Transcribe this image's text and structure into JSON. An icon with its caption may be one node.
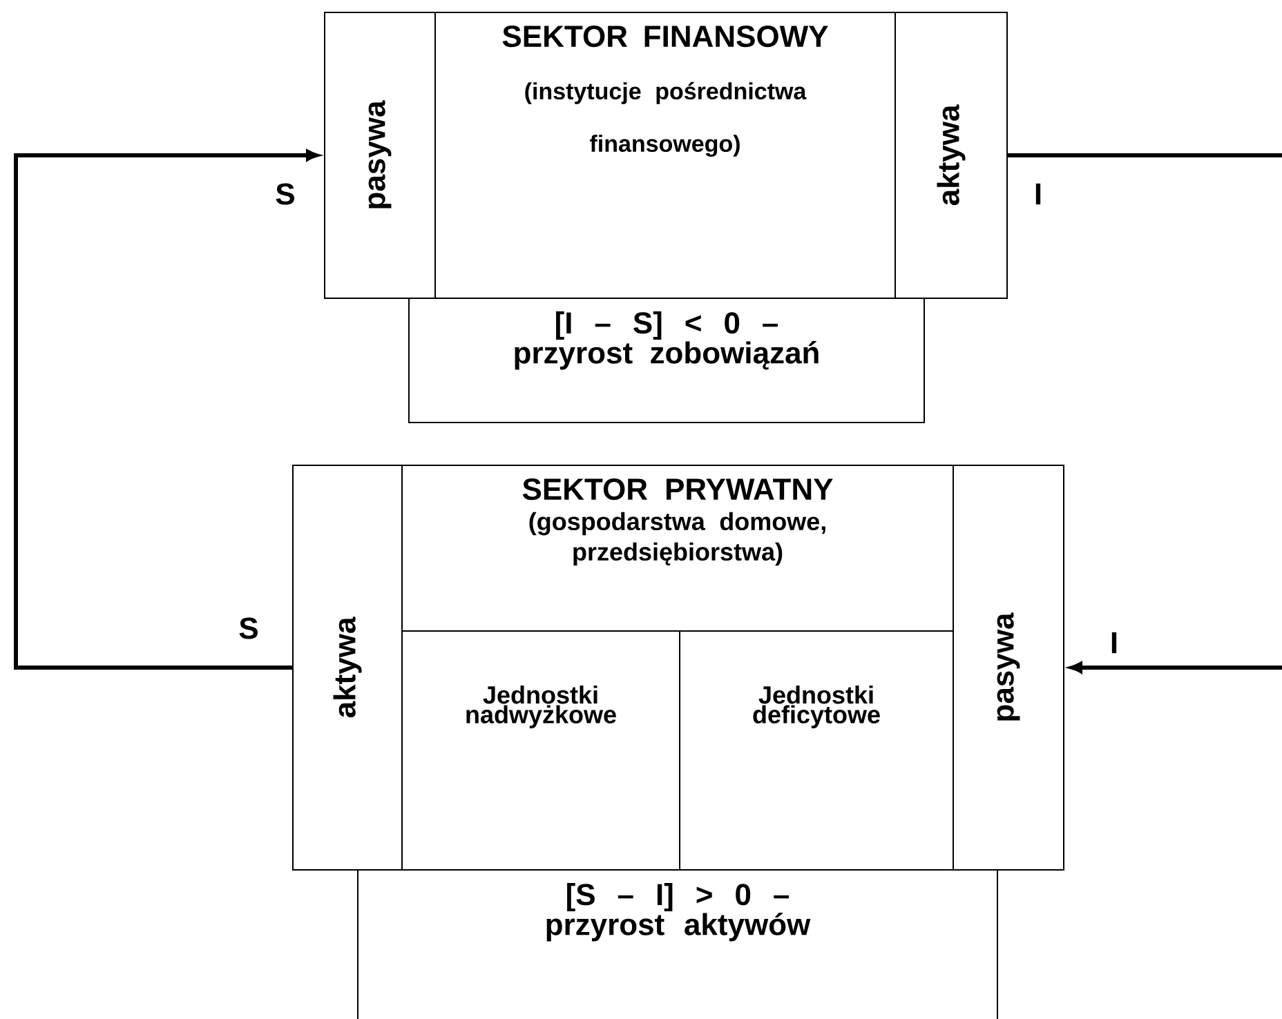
{
  "diagram": {
    "nodes": [
      {
        "text": [
          "pasywa"
        ]
      },
      {
        "text": [
          "SEKTOR FINANSOWY",
          "(instytucje pośrednictwa finansowego)"
        ]
      },
      {
        "text": [
          "aktywa"
        ]
      },
      {
        "text": [
          "[I – S] < 0 – przyrost zobowiązań"
        ]
      },
      {
        "text": [
          "aktywa"
        ]
      },
      {
        "text": [
          "SEKTOR PRYWATNY",
          "(gospodarstwa domowe, przedsiębiorstwa)"
        ]
      },
      {
        "text": [
          "Jednostki nadwyżkowe"
        ]
      },
      {
        "text": [
          "Jednostki deficytowe"
        ]
      },
      {
        "text": [
          "pasywa"
        ]
      },
      {
        "text": [
          "[S – I] > 0 – przyrost aktywów"
        ]
      }
    ],
    "edges": [
      {
        "from": 4,
        "to": 0,
        "arrow": "to",
        "label": "S"
      },
      {
        "from": 2,
        "to": null,
        "arrow": "none",
        "label": "I"
      },
      {
        "from": null,
        "to": 8,
        "arrow": "to",
        "label": "I"
      }
    ],
    "labels": [
      "S"
    ]
  }
}
